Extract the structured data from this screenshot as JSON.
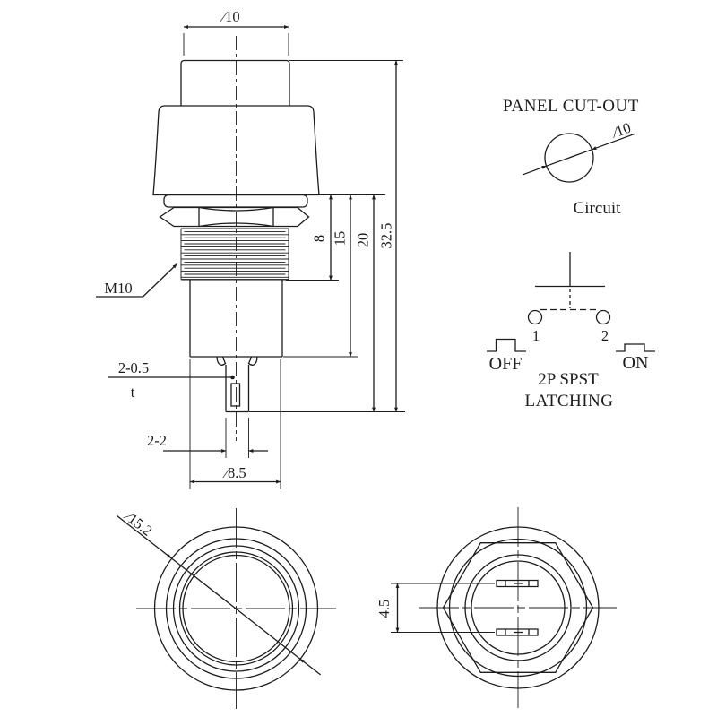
{
  "colors": {
    "line": "#1c1c1c",
    "background": "#ffffff"
  },
  "side_view": {
    "dim_cap_diameter": "∕10",
    "thread_label": "M10",
    "terminal_thickness": "2-0.5",
    "thickness_symbol": "t",
    "terminal_width": "2-2",
    "dim_body_diameter": "∕8.5",
    "dim_thread_length": "8",
    "dim_to_body_end": "15",
    "dim_to_terminal": "20",
    "dim_overall_length": "32.5"
  },
  "panel_cutout": {
    "title": "PANEL CUT-OUT",
    "dim_hole_diameter": "∕10",
    "caption": "Circuit"
  },
  "circuit": {
    "terminal_1": "1",
    "terminal_2": "2",
    "off_label": "OFF",
    "on_label": "ON",
    "spec_line1": "2P SPST",
    "spec_line2": "LATCHING"
  },
  "front_view": {
    "dim_bezel_diameter": "∕15.2"
  },
  "rear_view": {
    "dim_terminal_spacing": "4.5"
  }
}
